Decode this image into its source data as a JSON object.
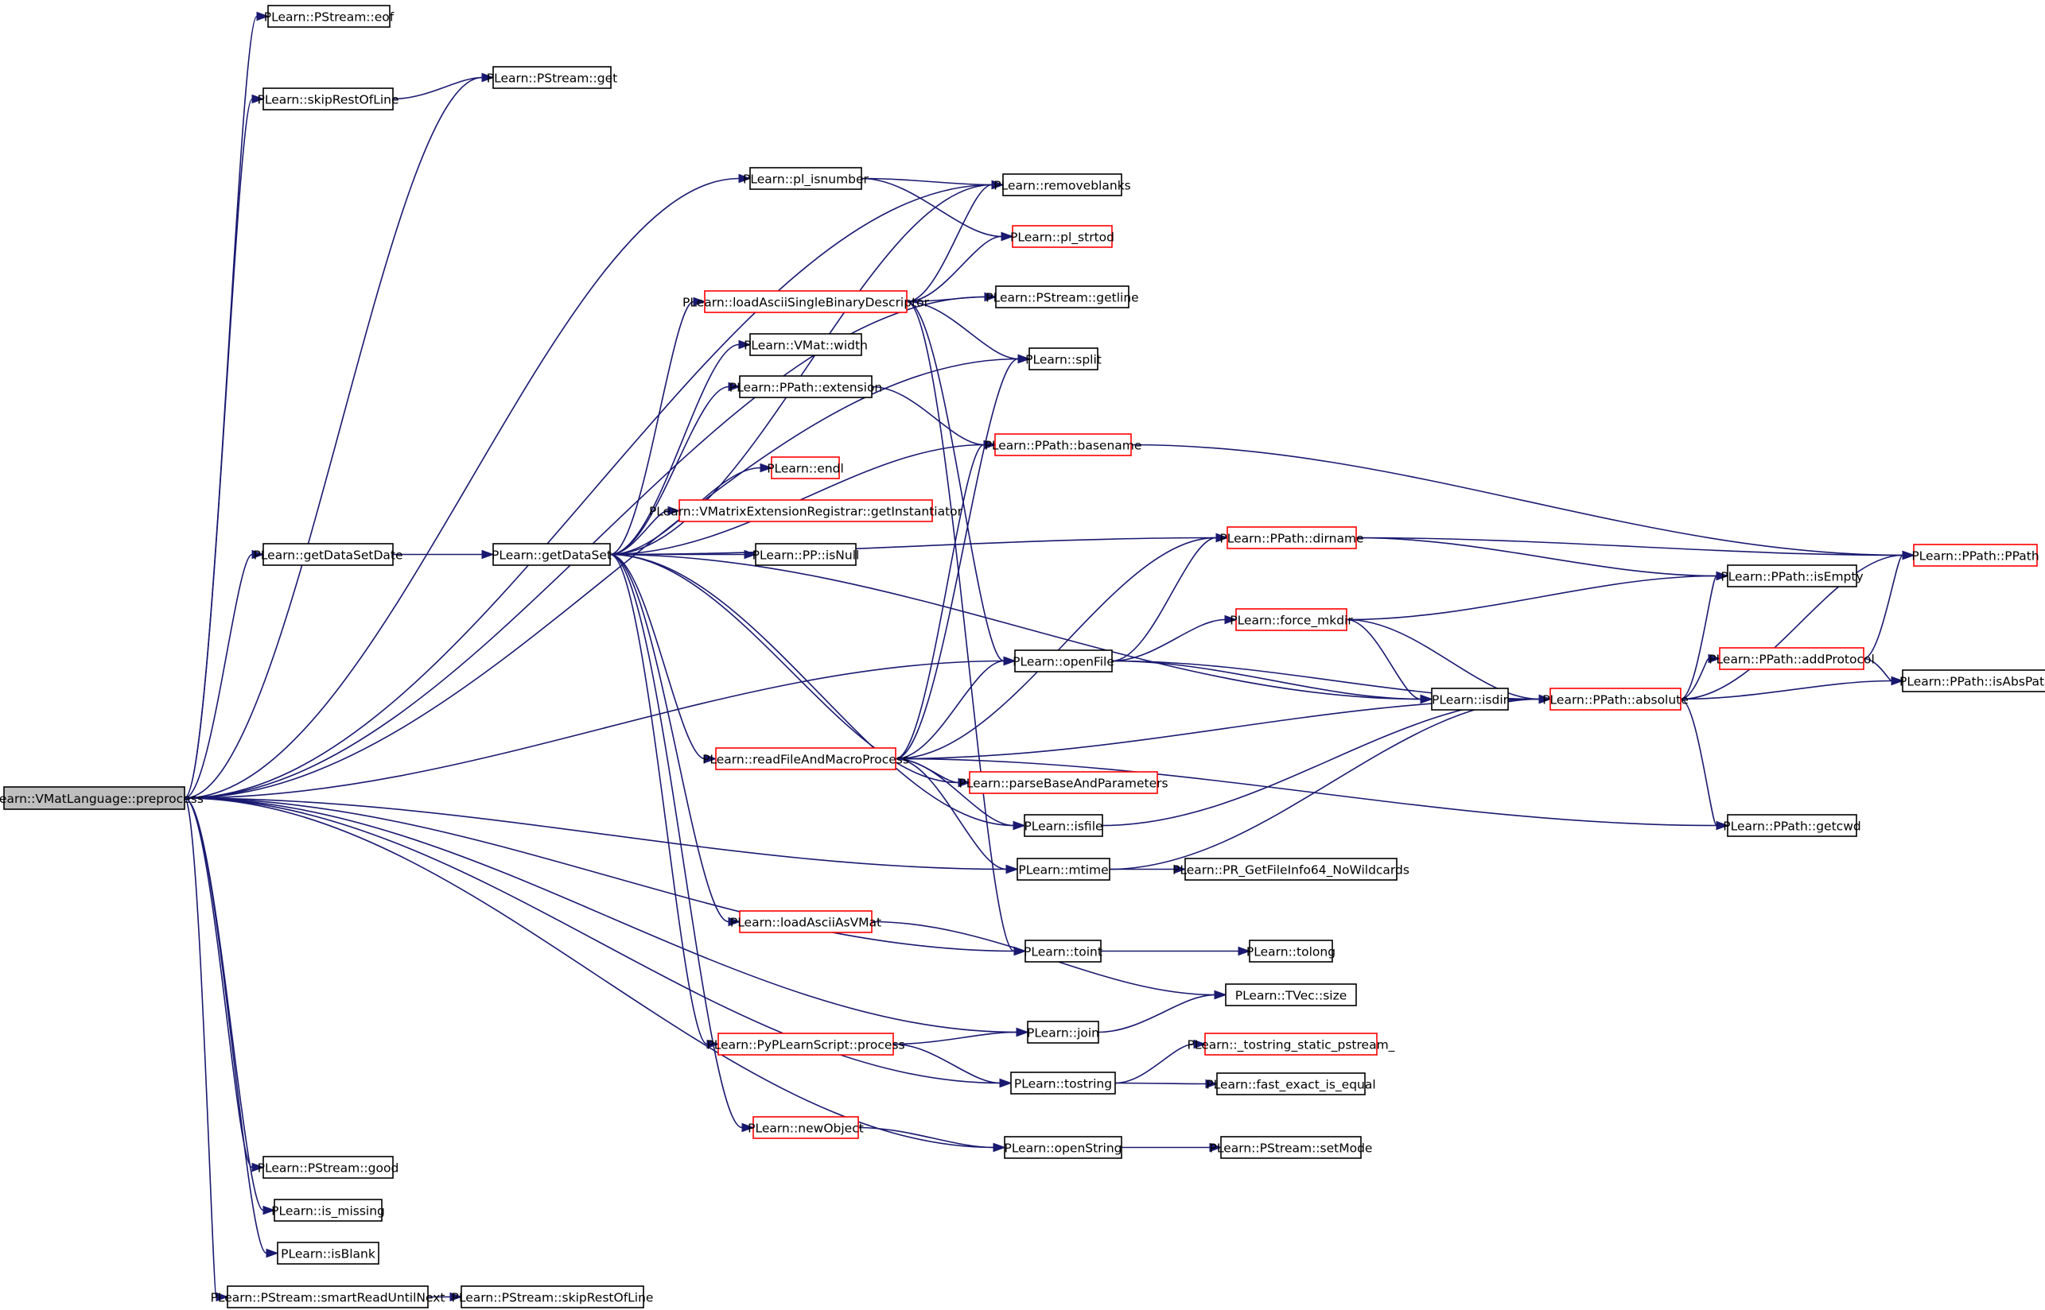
{
  "colors": {
    "edge": "#191970",
    "border_normal": "#000000",
    "border_truncated": "#ff0000",
    "root_fill": "#bfbfbf",
    "node_fill": "#ffffff"
  },
  "nodes": [
    {
      "id": "preprocess",
      "label": "PLearn::VMatLanguage::preprocess",
      "style": "root"
    },
    {
      "id": "eof",
      "label": "PLearn::PStream::eof",
      "style": "normal"
    },
    {
      "id": "get",
      "label": "PLearn::PStream::get",
      "style": "normal"
    },
    {
      "id": "skipRestOfLine",
      "label": "PLearn::skipRestOfLine",
      "style": "normal"
    },
    {
      "id": "pl_isnumber",
      "label": "PLearn::pl_isnumber",
      "style": "normal"
    },
    {
      "id": "removeblanks",
      "label": "PLearn::removeblanks",
      "style": "normal"
    },
    {
      "id": "pl_strtod",
      "label": "PLearn::pl_strtod",
      "style": "truncated"
    },
    {
      "id": "loadAsciiSBD",
      "label": "PLearn::loadAsciiSingleBinaryDescriptor",
      "style": "truncated"
    },
    {
      "id": "getline",
      "label": "PLearn::PStream::getline",
      "style": "normal"
    },
    {
      "id": "vmat_width",
      "label": "PLearn::VMat::width",
      "style": "normal"
    },
    {
      "id": "split",
      "label": "PLearn::split",
      "style": "normal"
    },
    {
      "id": "extension",
      "label": "PLearn::PPath::extension",
      "style": "normal"
    },
    {
      "id": "basename",
      "label": "PLearn::PPath::basename",
      "style": "truncated"
    },
    {
      "id": "endl",
      "label": "PLearn::endl",
      "style": "truncated"
    },
    {
      "id": "getInstantiator",
      "label": "PLearn::VMatrixExtensionRegistrar::getInstantiator",
      "style": "truncated"
    },
    {
      "id": "getDataSetDate",
      "label": "PLearn::getDataSetDate",
      "style": "normal"
    },
    {
      "id": "getDataSet",
      "label": "PLearn::getDataSet",
      "style": "normal"
    },
    {
      "id": "isNull",
      "label": "PLearn::PP::isNull",
      "style": "normal"
    },
    {
      "id": "dirname",
      "label": "PLearn::PPath::dirname",
      "style": "truncated"
    },
    {
      "id": "ppath",
      "label": "PLearn::PPath::PPath",
      "style": "truncated"
    },
    {
      "id": "isEmpty",
      "label": "PLearn::PPath::isEmpty",
      "style": "normal"
    },
    {
      "id": "force_mkdir",
      "label": "PLearn::force_mkdir",
      "style": "truncated"
    },
    {
      "id": "openFile",
      "label": "PLearn::openFile",
      "style": "normal"
    },
    {
      "id": "addProtocol",
      "label": "PLearn::PPath::addProtocol",
      "style": "truncated"
    },
    {
      "id": "isdir",
      "label": "PLearn::isdir",
      "style": "normal"
    },
    {
      "id": "absolute",
      "label": "PLearn::PPath::absolute",
      "style": "truncated"
    },
    {
      "id": "isAbsPath",
      "label": "PLearn::PPath::isAbsPath",
      "style": "normal"
    },
    {
      "id": "readFileAndMacroProcess",
      "label": "PLearn::readFileAndMacroProcess",
      "style": "truncated"
    },
    {
      "id": "parseBaseAndParameters",
      "label": "PLearn::parseBaseAndParameters",
      "style": "truncated"
    },
    {
      "id": "isfile",
      "label": "PLearn::isfile",
      "style": "normal"
    },
    {
      "id": "getcwd",
      "label": "PLearn::PPath::getcwd",
      "style": "normal"
    },
    {
      "id": "mtime",
      "label": "PLearn::mtime",
      "style": "normal"
    },
    {
      "id": "pr_getfileinfo",
      "label": "PLearn::PR_GetFileInfo64_NoWildcards",
      "style": "normal"
    },
    {
      "id": "loadAsciiAsVMat",
      "label": "PLearn::loadAsciiAsVMat",
      "style": "truncated"
    },
    {
      "id": "toint",
      "label": "PLearn::toint",
      "style": "normal"
    },
    {
      "id": "tolong",
      "label": "PLearn::tolong",
      "style": "normal"
    },
    {
      "id": "tvec_size",
      "label": "PLearn::TVec::size",
      "style": "normal"
    },
    {
      "id": "pyprocess",
      "label": "PLearn::PyPLearnScript::process",
      "style": "truncated"
    },
    {
      "id": "join",
      "label": "PLearn::join",
      "style": "normal"
    },
    {
      "id": "tostring_static",
      "label": "PLearn::_tostring_static_pstream_",
      "style": "truncated"
    },
    {
      "id": "tostring",
      "label": "PLearn::tostring",
      "style": "normal"
    },
    {
      "id": "fast_exact",
      "label": "PLearn::fast_exact_is_equal",
      "style": "normal"
    },
    {
      "id": "newObject",
      "label": "PLearn::newObject",
      "style": "truncated"
    },
    {
      "id": "openString",
      "label": "PLearn::openString",
      "style": "normal"
    },
    {
      "id": "setMode",
      "label": "PLearn::PStream::setMode",
      "style": "normal"
    },
    {
      "id": "good",
      "label": "PLearn::PStream::good",
      "style": "normal"
    },
    {
      "id": "is_missing",
      "label": "PLearn::is_missing",
      "style": "normal"
    },
    {
      "id": "isBlank",
      "label": "PLearn::isBlank",
      "style": "normal"
    },
    {
      "id": "smartRead",
      "label": "PLearn::PStream::smartReadUntilNext",
      "style": "normal"
    },
    {
      "id": "ps_skipRestOfLine",
      "label": "PLearn::PStream::skipRestOfLine",
      "style": "normal"
    }
  ],
  "edges": [
    [
      "preprocess",
      "eof"
    ],
    [
      "preprocess",
      "get"
    ],
    [
      "preprocess",
      "skipRestOfLine"
    ],
    [
      "preprocess",
      "pl_isnumber"
    ],
    [
      "preprocess",
      "removeblanks"
    ],
    [
      "preprocess",
      "getline"
    ],
    [
      "preprocess",
      "getDataSetDate"
    ],
    [
      "preprocess",
      "split"
    ],
    [
      "preprocess",
      "openFile"
    ],
    [
      "preprocess",
      "mtime"
    ],
    [
      "preprocess",
      "toint"
    ],
    [
      "preprocess",
      "join"
    ],
    [
      "preprocess",
      "tostring"
    ],
    [
      "preprocess",
      "openString"
    ],
    [
      "preprocess",
      "good"
    ],
    [
      "preprocess",
      "is_missing"
    ],
    [
      "preprocess",
      "isBlank"
    ],
    [
      "preprocess",
      "smartRead"
    ],
    [
      "skipRestOfLine",
      "get"
    ],
    [
      "pl_isnumber",
      "removeblanks"
    ],
    [
      "pl_isnumber",
      "pl_strtod"
    ],
    [
      "getDataSetDate",
      "getDataSet"
    ],
    [
      "getDataSet",
      "removeblanks"
    ],
    [
      "getDataSet",
      "loadAsciiSBD"
    ],
    [
      "getDataSet",
      "vmat_width"
    ],
    [
      "getDataSet",
      "extension"
    ],
    [
      "getDataSet",
      "basename"
    ],
    [
      "getDataSet",
      "endl"
    ],
    [
      "getDataSet",
      "getInstantiator"
    ],
    [
      "getDataSet",
      "isNull"
    ],
    [
      "getDataSet",
      "dirname"
    ],
    [
      "getDataSet",
      "isdir"
    ],
    [
      "getDataSet",
      "readFileAndMacroProcess"
    ],
    [
      "getDataSet",
      "parseBaseAndParameters"
    ],
    [
      "getDataSet",
      "isfile"
    ],
    [
      "getDataSet",
      "loadAsciiAsVMat"
    ],
    [
      "getDataSet",
      "pyprocess"
    ],
    [
      "getDataSet",
      "newObject"
    ],
    [
      "loadAsciiSBD",
      "removeblanks"
    ],
    [
      "loadAsciiSBD",
      "pl_strtod"
    ],
    [
      "loadAsciiSBD",
      "getline"
    ],
    [
      "loadAsciiSBD",
      "split"
    ],
    [
      "loadAsciiSBD",
      "openFile"
    ],
    [
      "loadAsciiSBD",
      "toint"
    ],
    [
      "extension",
      "basename"
    ],
    [
      "basename",
      "ppath"
    ],
    [
      "dirname",
      "ppath"
    ],
    [
      "dirname",
      "isEmpty"
    ],
    [
      "openFile",
      "dirname"
    ],
    [
      "openFile",
      "force_mkdir"
    ],
    [
      "openFile",
      "isdir"
    ],
    [
      "openFile",
      "absolute"
    ],
    [
      "force_mkdir",
      "isEmpty"
    ],
    [
      "force_mkdir",
      "isdir"
    ],
    [
      "force_mkdir",
      "absolute"
    ],
    [
      "isdir",
      "absolute"
    ],
    [
      "absolute",
      "isEmpty"
    ],
    [
      "absolute",
      "ppath"
    ],
    [
      "absolute",
      "addProtocol"
    ],
    [
      "absolute",
      "isAbsPath"
    ],
    [
      "absolute",
      "getcwd"
    ],
    [
      "addProtocol",
      "ppath"
    ],
    [
      "addProtocol",
      "isAbsPath"
    ],
    [
      "readFileAndMacroProcess",
      "split"
    ],
    [
      "readFileAndMacroProcess",
      "basename"
    ],
    [
      "readFileAndMacroProcess",
      "dirname"
    ],
    [
      "readFileAndMacroProcess",
      "openFile"
    ],
    [
      "readFileAndMacroProcess",
      "absolute"
    ],
    [
      "readFileAndMacroProcess",
      "parseBaseAndParameters"
    ],
    [
      "readFileAndMacroProcess",
      "isfile"
    ],
    [
      "readFileAndMacroProcess",
      "mtime"
    ],
    [
      "readFileAndMacroProcess",
      "getcwd"
    ],
    [
      "isfile",
      "absolute"
    ],
    [
      "mtime",
      "absolute"
    ],
    [
      "mtime",
      "pr_getfileinfo"
    ],
    [
      "loadAsciiAsVMat",
      "tvec_size"
    ],
    [
      "toint",
      "tolong"
    ],
    [
      "join",
      "tvec_size"
    ],
    [
      "pyprocess",
      "join"
    ],
    [
      "pyprocess",
      "tostring"
    ],
    [
      "tostring",
      "tostring_static"
    ],
    [
      "tostring",
      "fast_exact"
    ],
    [
      "newObject",
      "openString"
    ],
    [
      "openString",
      "setMode"
    ],
    [
      "smartRead",
      "ps_skipRestOfLine"
    ]
  ]
}
